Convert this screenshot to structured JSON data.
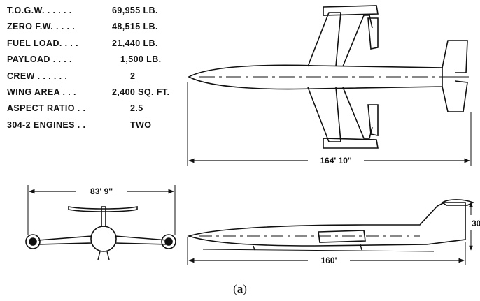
{
  "specs": [
    {
      "label": "T.O.G.W. . . . . .",
      "value": "69,955 LB."
    },
    {
      "label": "ZERO F.W. . . . .",
      "value": "48,515 LB."
    },
    {
      "label": "FUEL LOAD. . . .",
      "value": "21,440 LB."
    },
    {
      "label": "PAYLOAD . . . .",
      "value": "1,500 LB."
    },
    {
      "label": "CREW . . . . . .",
      "value": "2"
    },
    {
      "label": "WING AREA . . .",
      "value": "2,400 SQ. FT."
    },
    {
      "label": "ASPECT RATIO . .",
      "value": "2.5"
    },
    {
      "label": "304-2 ENGINES . .",
      "value": "TWO"
    }
  ],
  "dimensions": {
    "length_top": "164' 10''",
    "span": "83' 9''",
    "length_side": "160'",
    "height": "30"
  },
  "caption": {
    "open": "(",
    "letter": "a",
    "close": ")"
  },
  "colors": {
    "ink": "#111111",
    "background": "#ffffff"
  }
}
